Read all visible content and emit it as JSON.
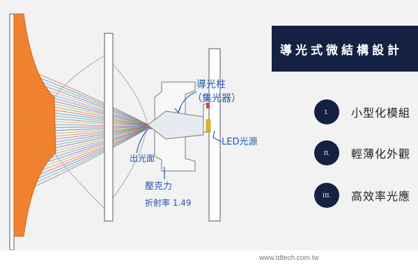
{
  "title": "導光式微結構設計",
  "items": [
    {
      "numeral": "I.",
      "text": "小型化模組"
    },
    {
      "numeral": "II.",
      "text": "輕薄化外觀"
    },
    {
      "numeral": "III.",
      "text": "高效率光應"
    }
  ],
  "annotations": {
    "light_guide": "導光柱",
    "collector": "（集光器）",
    "led": "LED光源",
    "exit_face": "出光面",
    "material": "壓克力",
    "index": "折射率 1.49"
  },
  "website": "www.tdtech.com.tw",
  "colors": {
    "banner": "#142143",
    "lens": "#f07d26",
    "handwriting": "#1f57b8"
  }
}
